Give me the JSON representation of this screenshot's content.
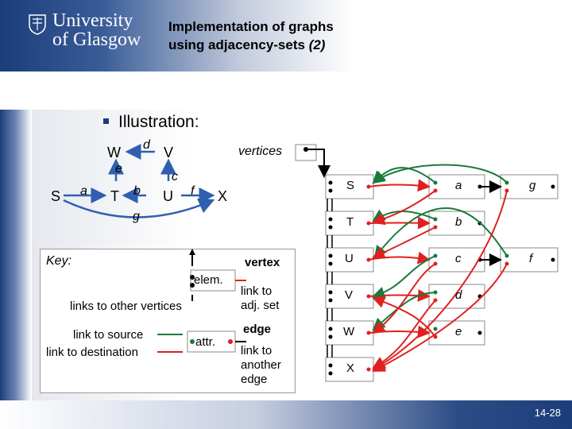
{
  "header": {
    "logo_line1": "University",
    "logo_line2": "of Glasgow",
    "title_line1": "Implementation of graphs",
    "title_line2_plain": "using adjacency-sets ",
    "title_line2_italic": "(2)"
  },
  "bullet": "Illustration:",
  "graph": {
    "vertices": [
      "W",
      "V",
      "S",
      "T",
      "U",
      "X"
    ],
    "edges": [
      "d",
      "e",
      "a",
      "b",
      "c",
      "f",
      "g"
    ]
  },
  "vertices_label": "vertices",
  "key": {
    "title": "Key:",
    "elem": "elem.",
    "links_other": "links to other vertices",
    "link_source": "link to source",
    "link_dest": "link to destination",
    "attr": "attr.",
    "vertex": "vertex",
    "link_adj": "link to adj. set",
    "link_adj_1": "link to",
    "link_adj_2": "adj. set",
    "edge": "edge",
    "link_edge_1": "link to",
    "link_edge_2": "another",
    "link_edge_3": "edge"
  },
  "structure": {
    "vertex_cells": [
      "S",
      "T",
      "U",
      "V",
      "W",
      "X"
    ],
    "edge_cells": [
      "a",
      "b",
      "c",
      "d",
      "e"
    ],
    "edge_cells_2": [
      "g",
      "f"
    ]
  },
  "colors": {
    "blue": "#2f5fb0",
    "red": "#e02020",
    "green": "#1a7a3a",
    "cell_border": "#8a8a8a"
  },
  "slide_number": "14-28"
}
